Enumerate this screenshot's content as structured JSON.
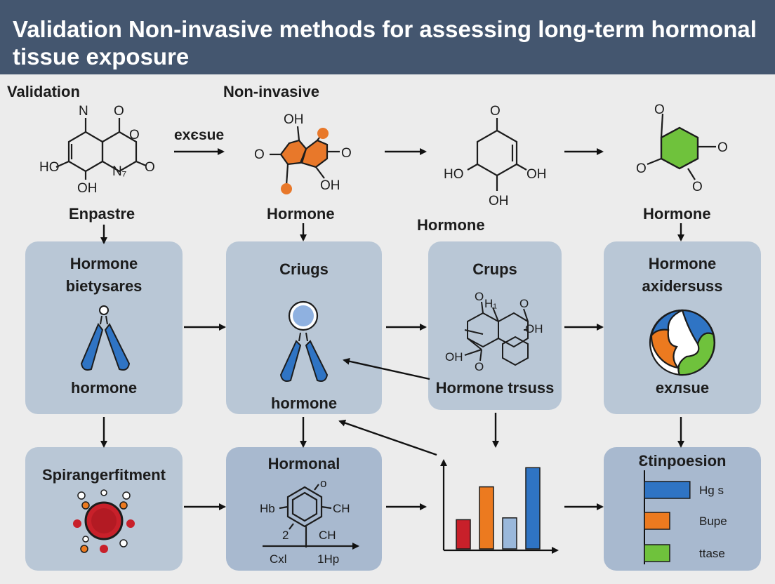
{
  "title": "Validation Non-invasive methods for assessing long-term hormonal tissue exposure",
  "top_labels": {
    "validation": "Validation",
    "non_invasive": "Non-invasive",
    "arrow_text": "exєsue",
    "enpastre": "Enpastre",
    "hormone_1": "Hormone",
    "hormone_2": "Hormone",
    "hormone_3": "Hormone"
  },
  "molecule_labels": {
    "n": "N",
    "o": "O",
    "oh": "OH",
    "ho": "HO",
    "n7": "N₇"
  },
  "boxes": {
    "box1": {
      "title": "Hormone\nbietysares",
      "text": "hormone"
    },
    "box2": {
      "title": "Criugs",
      "text": "hormone"
    },
    "box3": {
      "title": "Crups",
      "text": "Hormone trsuss",
      "labels": [
        "O",
        "H₁",
        "O",
        "OH",
        "OH",
        "O"
      ]
    },
    "box4": {
      "title": "Hormone\naxidersuss",
      "text": "exлsue"
    },
    "box5": {
      "title": "Spirangerfitment"
    },
    "box6": {
      "title": "Hormonal",
      "labels": [
        "Hb",
        "CH",
        "CH",
        "o",
        "2",
        "Cxl",
        "1Hp"
      ]
    },
    "box7": {
      "title": "Ɛtinpoesion"
    }
  },
  "chart_data": [
    {
      "type": "bar",
      "categories": [
        "",
        "",
        "",
        ""
      ],
      "values": [
        3.2,
        6.8,
        3.4,
        8.9
      ],
      "colors": [
        "#c8202a",
        "#ec7a1f",
        "#9ab8db",
        "#2f74c4"
      ],
      "title": "",
      "xlabel": "",
      "ylabel": "",
      "ylim": [
        0,
        10
      ]
    },
    {
      "type": "bar",
      "orientation": "horizontal",
      "categories": [
        "Hg s",
        "Bupe",
        "ttase"
      ],
      "values": [
        9.0,
        5.0,
        5.0
      ],
      "colors": [
        "#2f74c4",
        "#ec7a1f",
        "#6fc23c"
      ],
      "title": "",
      "xlabel": "",
      "ylabel": "",
      "xlim": [
        0,
        10
      ]
    }
  ],
  "colors": {
    "header": "#44566f",
    "box": "#b9c7d6",
    "blue": "#2f74c4",
    "orange": "#ec7a1f",
    "green": "#6fc23c",
    "red": "#c8202a"
  }
}
